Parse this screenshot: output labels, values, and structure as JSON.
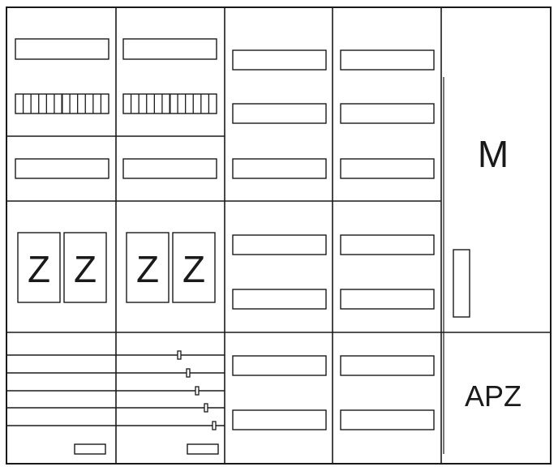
{
  "cabinet": {
    "meter_symbol": "Z",
    "right_upper_label": "M",
    "right_lower_label": "APZ",
    "colors": {
      "line": "#1a1a1a",
      "background": "#ffffff"
    }
  }
}
